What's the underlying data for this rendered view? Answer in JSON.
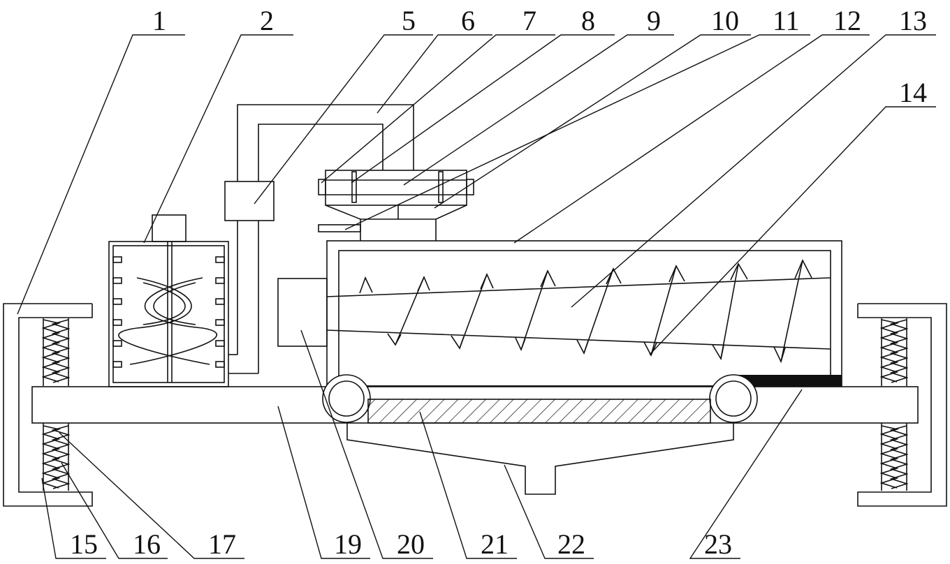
{
  "labels": {
    "l1": "1",
    "l2": "2",
    "l5": "5",
    "l6": "6",
    "l7": "7",
    "l8": "8",
    "l9": "9",
    "l10": "10",
    "l11": "11",
    "l12": "12",
    "l13": "13",
    "l14": "14",
    "l15": "15",
    "l16": "16",
    "l17": "17",
    "l19": "19",
    "l20": "20",
    "l21": "21",
    "l22": "22",
    "l23": "23"
  },
  "colors": {
    "line": "#111111",
    "fill_dark": "#111111",
    "background": "#ffffff"
  }
}
